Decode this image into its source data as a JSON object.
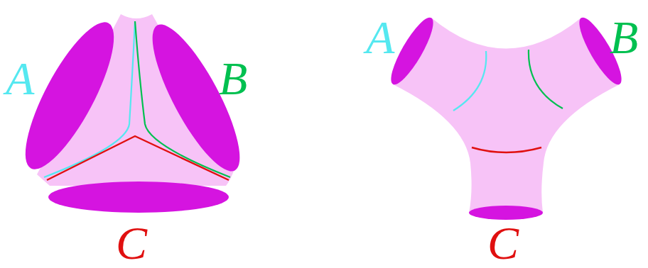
{
  "diagram": {
    "labels": [
      "A",
      "B",
      "C",
      "A",
      "B",
      "C"
    ]
  }
}
